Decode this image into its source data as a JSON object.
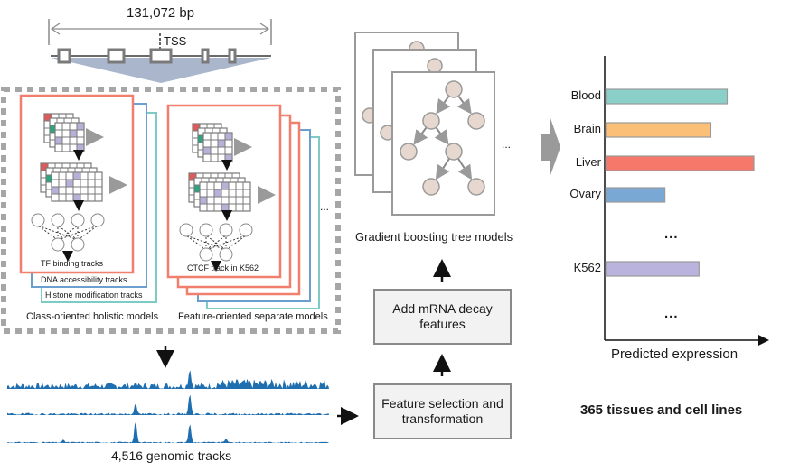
{
  "gene_region": {
    "length_label": "131,072 bp",
    "tss_label": "TSS"
  },
  "models_panel": {
    "class_oriented": {
      "caption": "Class-oriented holistic models",
      "cards": [
        "TF binding  tracks",
        "DNA accessibility  tracks",
        "Histone  modification  tracks"
      ]
    },
    "feature_oriented": {
      "caption": "Feature-oriented separate models",
      "card_label": "CTCF track in K562"
    },
    "ellipsis": "..."
  },
  "genomic_tracks": {
    "caption": "4,516 genomic tracks"
  },
  "pipeline": {
    "feature_selection": "Feature selection and transformation",
    "mrna_decay": "Add mRNA decay features",
    "gbt_caption": "Gradient boosting tree models",
    "gbt_ellipsis": "..."
  },
  "colors": {
    "tf": "#f07f6e",
    "dna": "#6a9fd0",
    "histone": "#7ecac4",
    "track_blue": "#1f6fb0",
    "node_fill": "#e7d8cf",
    "grey": "#8a8a8a"
  },
  "chart_data": {
    "type": "bar",
    "orientation": "horizontal",
    "title": "",
    "xlabel": "Predicted expression",
    "ylabel": "",
    "categories": [
      "Blood",
      "Brain",
      "Liver",
      "Ovary",
      "...",
      "K562",
      "..."
    ],
    "values": [
      0.82,
      0.71,
      1.0,
      0.4,
      null,
      0.63,
      null
    ],
    "bar_colors": [
      "#8ad0c8",
      "#fbbf78",
      "#f6786a",
      "#7aa8d4",
      null,
      "#b9b3dd",
      null
    ],
    "xlim": [
      0,
      1.1
    ],
    "grid": false,
    "footer": "365 tissues and cell lines"
  }
}
